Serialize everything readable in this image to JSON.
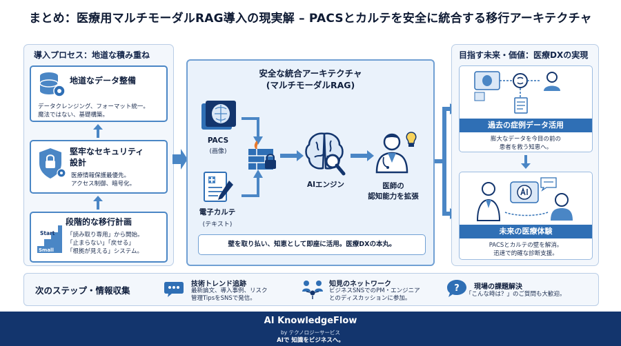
{
  "title": "まとめ：医療用マルチモーダルRAG導入の現実解 – PACSとカルテを安全に統合する移行アーキテクチャ",
  "left_panel": {
    "heading": "導入プロセス：地道な積み重ね",
    "cards": [
      {
        "title": "地道なデータ整備",
        "lines": [
          "データクレンジング、フォーマット統一。",
          "魔法ではない、基礎構築。"
        ],
        "icon": "database-gear-icon"
      },
      {
        "title_lines": [
          "堅牢なセキュリティ",
          "設計"
        ],
        "lines": [
          "医療情報保護最優先。",
          "アクセス制御、暗号化。"
        ],
        "icon": "security-shield-lock-icon"
      },
      {
        "title": "段階的な移行計画",
        "lines": [
          "「読み取り専用」から開始。",
          "「止まらない」「戻せる」",
          "「根拠が見える」システム。"
        ],
        "icon": "start-small-stairs-icon",
        "icon_text": [
          "Start",
          "Small"
        ]
      }
    ]
  },
  "center": {
    "heading_lines": [
      "安全な統合アーキテクチャ",
      "(マルチモーダルRAG)"
    ],
    "pacs_label": "PACS",
    "pacs_sub": "(画像)",
    "ehr_label": "電子カルテ",
    "ehr_sub": "(テキスト)",
    "ai_label": "AIエンジン",
    "doctor_label_lines": [
      "医師の",
      "認知能力を拡張"
    ],
    "banner": "壁を取り払い、知恵として即座に活用。医療DXの本丸。"
  },
  "right_panel": {
    "heading": "目指す未来・価値：医療DXの実現",
    "cards": [
      {
        "title": "過去の症例データ活用",
        "lines": [
          "膨大なデータを今目の前の",
          "患者を救う知恵へ。"
        ]
      },
      {
        "title": "未来の医療体験",
        "lines": [
          "PACSとカルテの壁を解消。",
          "迅速で的確な診断支援。"
        ]
      }
    ]
  },
  "next_steps": {
    "heading": "次のステップ・情報収集",
    "items": [
      {
        "title": "技術トレンド追跡",
        "lines": [
          "最新論文、導入事例、リスク",
          "管理TipsをSNSで発信。"
        ],
        "icon": "chat-bubble-icon"
      },
      {
        "title": "知見のネットワーク",
        "lines": [
          "ビジネスSNSでのPM・エンジニア",
          "とのディスカッションに参加。"
        ],
        "icon": "network-people-icon"
      },
      {
        "title": "現場の課題解決",
        "lines": [
          "「こんな時は？」のご質問も大歓迎。"
        ],
        "icon": "question-bubble-icon"
      }
    ]
  },
  "footer": {
    "brand": "AI KnowledgeFlow",
    "by": "by テクノロジーサービス",
    "tagline": "AIで 知識をビジネスへ。"
  },
  "colors": {
    "accent": "#2f6fb5",
    "navy": "#13356d",
    "panel": "#f3f7fc",
    "border": "#4a86c5"
  }
}
